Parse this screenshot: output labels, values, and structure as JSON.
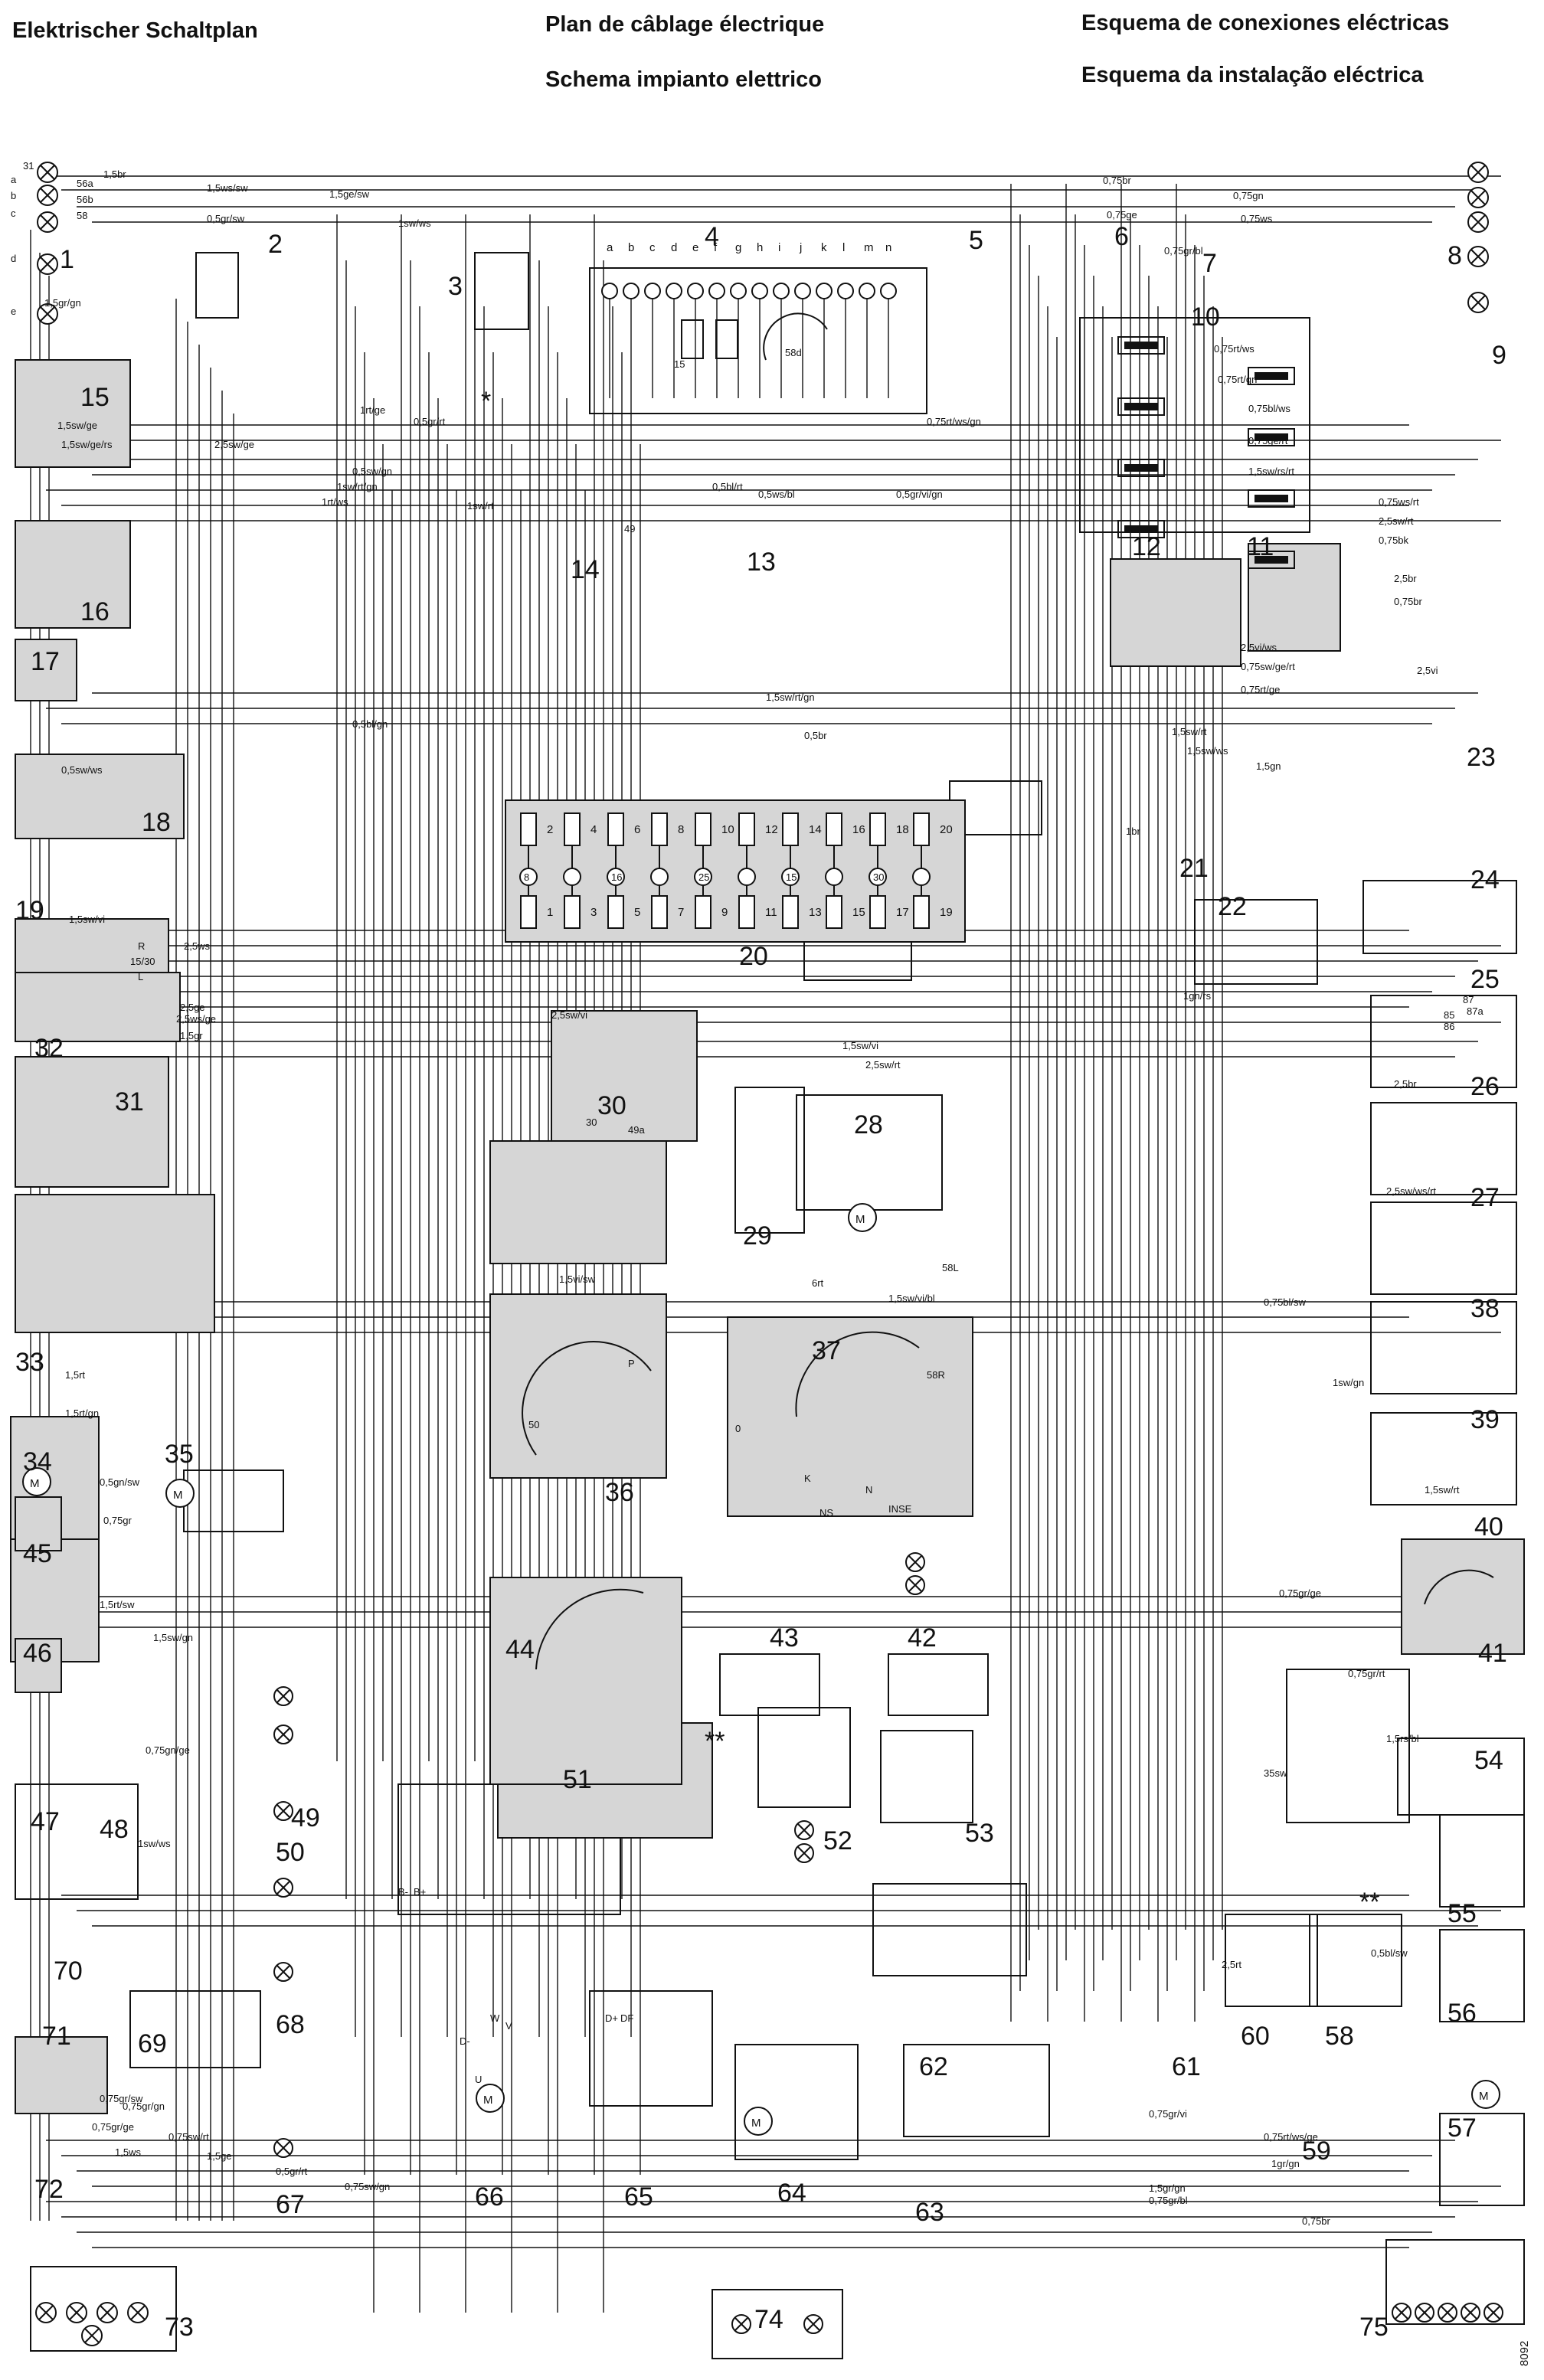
{
  "titles": {
    "de": "Elektrischer Schaltplan",
    "fr": "Plan de câblage électrique",
    "it": "Schema impianto elettrico",
    "es": "Esquema de conexiones eléctricas",
    "pt": "Esquema da instalação eléctrica"
  },
  "component_numbers": [
    "1",
    "2",
    "3",
    "4",
    "5",
    "6",
    "7",
    "8",
    "9",
    "10",
    "11",
    "12",
    "13",
    "14",
    "15",
    "16",
    "17",
    "18",
    "19",
    "20",
    "21",
    "22",
    "23",
    "24",
    "25",
    "26",
    "27",
    "28",
    "29",
    "30",
    "31",
    "32",
    "33",
    "34",
    "35",
    "36",
    "37",
    "38",
    "39",
    "40",
    "41",
    "42",
    "43",
    "44",
    "45",
    "46",
    "47",
    "48",
    "49",
    "50",
    "51",
    "52",
    "53",
    "54",
    "55",
    "56",
    "57",
    "58",
    "59",
    "60",
    "61",
    "62",
    "63",
    "64",
    "65",
    "66",
    "67",
    "68",
    "69",
    "70",
    "71",
    "72",
    "73",
    "74",
    "75"
  ],
  "wire_labels": [
    "1,5br",
    "1,5ws/sw",
    "1,5ge/sw",
    "0,5gr/sw",
    "1sw/ws",
    "1,5gr/gn",
    "1,5sw/ge",
    "1,5sw/ge/rs",
    "2,5sw/ge",
    "1rt/ge",
    "0,5gr/rt",
    "0,5sw/gn",
    "1sw/rt/gn",
    "1rt/ws",
    "1sw/rt",
    "0,5bl/rt",
    "0,5ws/bl",
    "0,5gr/vi/gn",
    "0,75rt/ws/gn",
    "0,5bl/gn",
    "1,5sw/rt/gn",
    "0,5br",
    "0,5sw/ws",
    "1,5sw/vi",
    "2,5ws",
    "2,5ge",
    "2,5ws/ge",
    "2,5sw/vi",
    "1,5gr",
    "1,5sw/vi",
    "2,5sw/rt",
    "1,5vi/sw",
    "6rt",
    "1,5sw/vi/bl",
    "1,5rt",
    "1,5rt/gn",
    "0,5gn/sw",
    "0,75gr",
    "1,5rt/sw",
    "1,5sw/gn",
    "0,75gn/ge",
    "1sw/ws",
    "0,75gr/sw",
    "0,75gr/gn",
    "0,75gr/ge",
    "0,75sw/rt",
    "1,5ws",
    "1,5ge",
    "0,5gr/rt",
    "0,75sw/gn",
    "0,75br",
    "0,75gn",
    "0,75ge",
    "0,75ws",
    "0,75gr/bl",
    "0,75rt/ws",
    "0,75rt/gn",
    "0,75bl/ws",
    "0,75ge/rt",
    "1,5sw/rs/rt",
    "0,75ws/rt",
    "2,5sw/rt",
    "0,75bk",
    "2,5br",
    "0,75br",
    "2,5vi/ws",
    "0,75sw/ge/rt",
    "0,75rt/ge",
    "2,5vi",
    "1,5sw/rt",
    "1,5sw/ws",
    "1,5gn",
    "1br",
    "1gn/rs",
    "2,5br",
    "2,5sw/ws/rt",
    "0,75bl/sw",
    "1sw/gn",
    "1,5sw/rt",
    "0,75gr/ge",
    "0,75gr/rt",
    "1,5rs/bl",
    "35sw",
    "0,5bl/sw",
    "2,5rt",
    "0,75gr/vi",
    "0,75rt/ws/ge",
    "1,5gr/gn",
    "1gr/gn",
    "0,75gr/bl",
    "0,75br"
  ],
  "terminal_labels": [
    "31",
    "56a",
    "56b",
    "58",
    "a",
    "b",
    "c",
    "d",
    "e",
    "15",
    "30",
    "49a",
    "49",
    "R",
    "L",
    "50",
    "P",
    "0",
    "K",
    "NS",
    "N",
    "INSE",
    "DF",
    "D+",
    "D-",
    "B+",
    "B-",
    "W",
    "V",
    "U",
    "87",
    "87a",
    "85",
    "86",
    "58d",
    "58L",
    "58R",
    "15/30"
  ],
  "fuse_numbers": [
    "1",
    "2",
    "3",
    "4",
    "5",
    "6",
    "7",
    "8",
    "9",
    "10",
    "11",
    "12",
    "13",
    "14",
    "15",
    "16",
    "17",
    "18",
    "19",
    "20"
  ],
  "fuse_ratings": [
    "8",
    "16",
    "25",
    "15",
    "30"
  ],
  "gauge_letters": [
    "a",
    "b",
    "c",
    "d",
    "e",
    "f",
    "g",
    "h",
    "i",
    "j",
    "k",
    "l",
    "m",
    "n"
  ],
  "footnote_markers": [
    "*",
    "**"
  ],
  "code": "8092"
}
